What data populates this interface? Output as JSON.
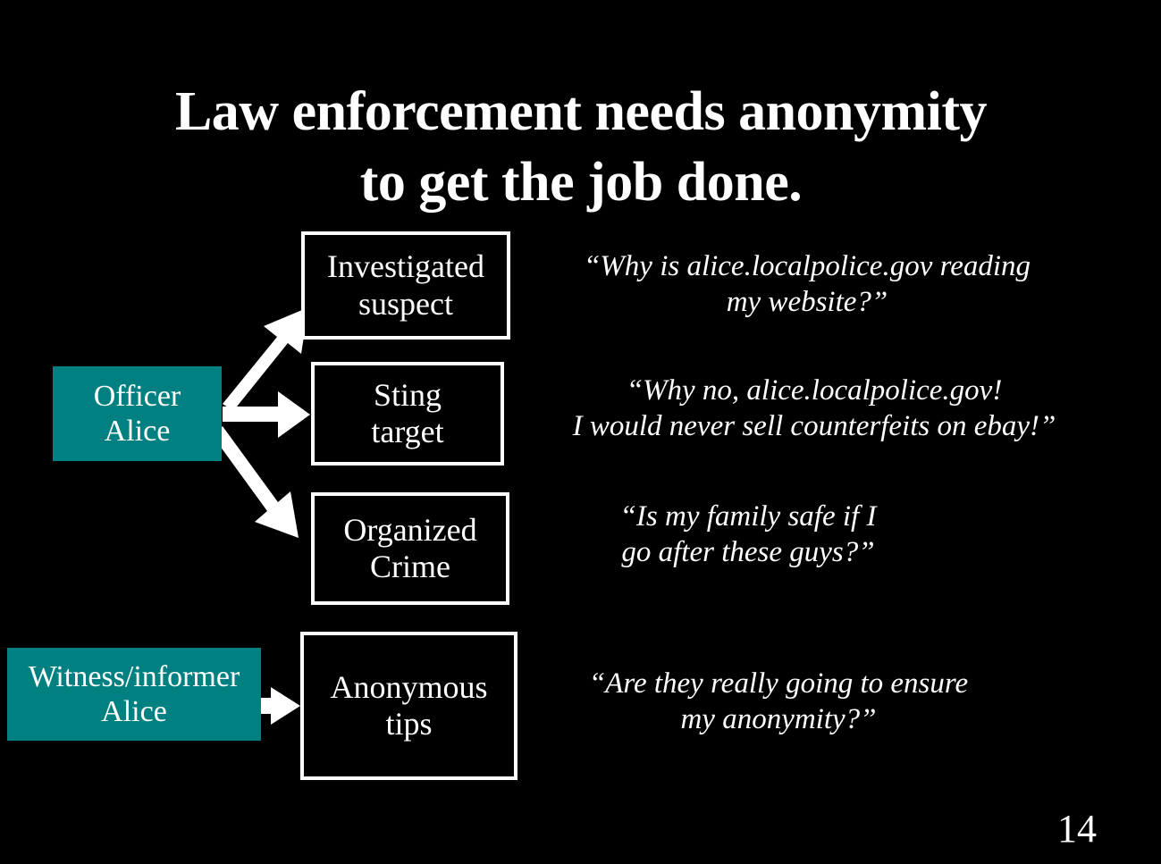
{
  "slide": {
    "title": "Law enforcement needs anonymity to get the job done.",
    "title_line1": "Law enforcement needs anonymity",
    "title_line2": "to get the job done.",
    "page_number": "14",
    "background_color": "#000000",
    "text_color": "#ffffff",
    "accent_color": "#008080"
  },
  "actors": [
    {
      "id": "officer-alice",
      "line1": "Officer",
      "line2": "Alice",
      "style": "teal"
    },
    {
      "id": "witness-informer-alice",
      "line1": "Witness/informer",
      "line2": "Alice",
      "style": "teal"
    }
  ],
  "targets": [
    {
      "id": "investigated-suspect",
      "line1": "Investigated",
      "line2": "suspect",
      "style": "outline"
    },
    {
      "id": "sting-target",
      "line1": "Sting",
      "line2": "target",
      "style": "outline"
    },
    {
      "id": "organized-crime",
      "line1": "Organized",
      "line2": "Crime",
      "style": "outline"
    },
    {
      "id": "anonymous-tips",
      "line1": "Anonymous",
      "line2": "tips",
      "style": "outline"
    }
  ],
  "quotes": [
    {
      "id": "quote-investigated-suspect",
      "line1": "“Why is alice.localpolice.gov reading",
      "line2": "my website?”"
    },
    {
      "id": "quote-sting-target",
      "line1": "“Why no, alice.localpolice.gov!",
      "line2": "I would never sell counterfeits on ebay!”"
    },
    {
      "id": "quote-organized-crime",
      "line1": "“Is my family safe if I",
      "line2": "go after these guys?”"
    },
    {
      "id": "quote-anonymous-tips",
      "line1": "“Are they really going to ensure",
      "line2": "my anonymity?”"
    }
  ],
  "connectors": [
    {
      "id": "officer-to-investigated-suspect",
      "from": "officer-alice",
      "to": "investigated-suspect",
      "direction": "up-right"
    },
    {
      "id": "officer-to-sting-target",
      "from": "officer-alice",
      "to": "sting-target",
      "direction": "right"
    },
    {
      "id": "officer-to-organized-crime",
      "from": "officer-alice",
      "to": "organized-crime",
      "direction": "down-right"
    },
    {
      "id": "witness-to-anonymous-tips",
      "from": "witness-informer-alice",
      "to": "anonymous-tips",
      "direction": "right"
    }
  ]
}
